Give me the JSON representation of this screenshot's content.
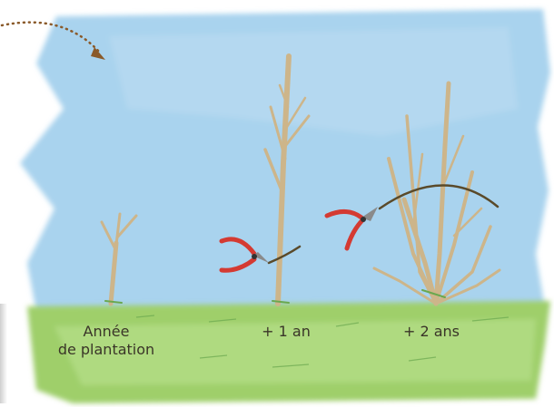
{
  "labels": {
    "year0_line1": "Année",
    "year0_line2": "de plantation",
    "year1": "+ 1 an",
    "year2": "+ 2 ans"
  },
  "icons": {
    "pruner": "pruning-shears-icon",
    "arrow": "dotted-arrow-icon"
  },
  "colors": {
    "sky": "#a9d3ee",
    "grass": "#9fcf6a",
    "branch": "#cdb58a",
    "pruner": "#d43a32",
    "cut_arc": "#5a4a2a"
  }
}
